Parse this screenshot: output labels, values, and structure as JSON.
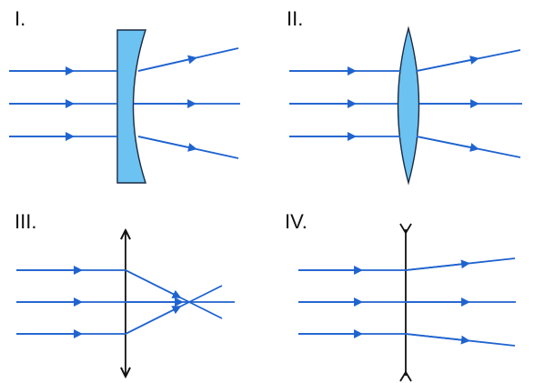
{
  "panels": [
    {
      "label": "I.",
      "lens": "plano-concave-lens"
    },
    {
      "label": "II.",
      "lens": "biconvex-lens"
    },
    {
      "label": "III.",
      "lens": "converging-lens-symbol"
    },
    {
      "label": "IV.",
      "lens": "diverging-lens-symbol"
    }
  ],
  "colors": {
    "ray": "#1f63cf",
    "lens_fill": "#6cc2f0",
    "lens_stroke": "#1a2a44",
    "symbol": "#111111",
    "label": "#111111"
  }
}
